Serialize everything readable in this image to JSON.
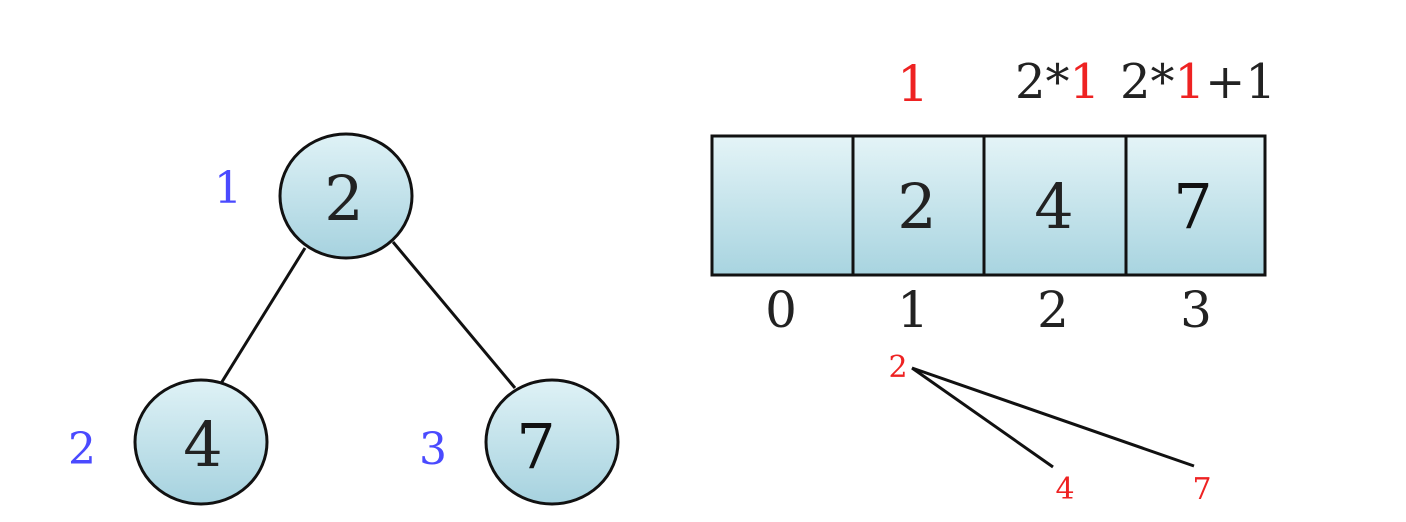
{
  "colors": {
    "node_fill_top": "#d8eef3",
    "node_fill_bottom": "#a8d3df",
    "stroke": "#111111",
    "index_blue": "#4a4aff",
    "accent_red": "#ee2222",
    "text_dark": "#222222"
  },
  "tree": {
    "nodes": [
      {
        "id": "root",
        "value": "2",
        "index": "1"
      },
      {
        "id": "left",
        "value": "4",
        "index": "2"
      },
      {
        "id": "right",
        "value": "7",
        "index": "3"
      }
    ]
  },
  "array": {
    "top_labels": {
      "parent": "1",
      "left_prefix": "2*",
      "left_var": "1",
      "right_prefix": "2*",
      "right_var": "1",
      "right_suffix": "+1"
    },
    "cells": [
      "",
      "2",
      "4",
      "7"
    ],
    "indices": [
      "0",
      "1",
      "2",
      "3"
    ]
  },
  "mini_tree": {
    "parent": "2",
    "left": "4",
    "right": "7"
  }
}
